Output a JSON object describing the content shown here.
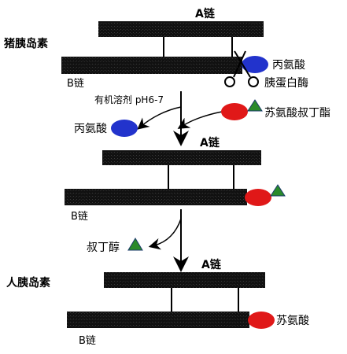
{
  "stage1": {
    "title": "猪胰岛素",
    "a_chain": "A链",
    "b_chain": "B链",
    "terminal": "丙氨酸",
    "enzyme": "胰蛋白酶"
  },
  "reaction1": {
    "condition": "有机溶剂 pH6-7",
    "reagent": "苏氨酸叔丁酯",
    "released": "丙氨酸"
  },
  "stage2": {
    "a_chain": "A链",
    "b_chain": "B链"
  },
  "reaction2": {
    "released": "叔丁醇"
  },
  "stage3": {
    "title": "人胰岛素",
    "a_chain": "A链",
    "b_chain": "B链",
    "terminal": "苏氨酸"
  },
  "colors": {
    "chain": "#1a1a1a",
    "alanine": "#2233cc",
    "threonine": "#e01818",
    "tert_butyl": "#2a8a2a"
  }
}
